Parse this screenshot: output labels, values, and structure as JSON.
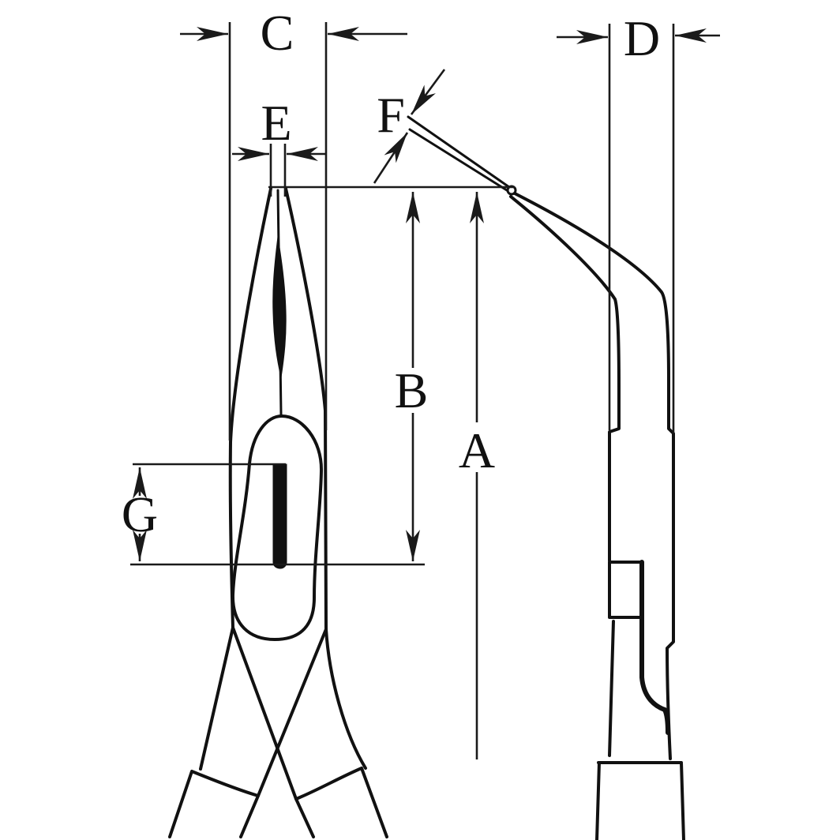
{
  "labels": {
    "C": "C",
    "E": "E",
    "F": "F",
    "D": "D",
    "B": "B",
    "A": "A",
    "G": "G"
  },
  "colors": {
    "line": "#111111",
    "background": "#ffffff"
  }
}
